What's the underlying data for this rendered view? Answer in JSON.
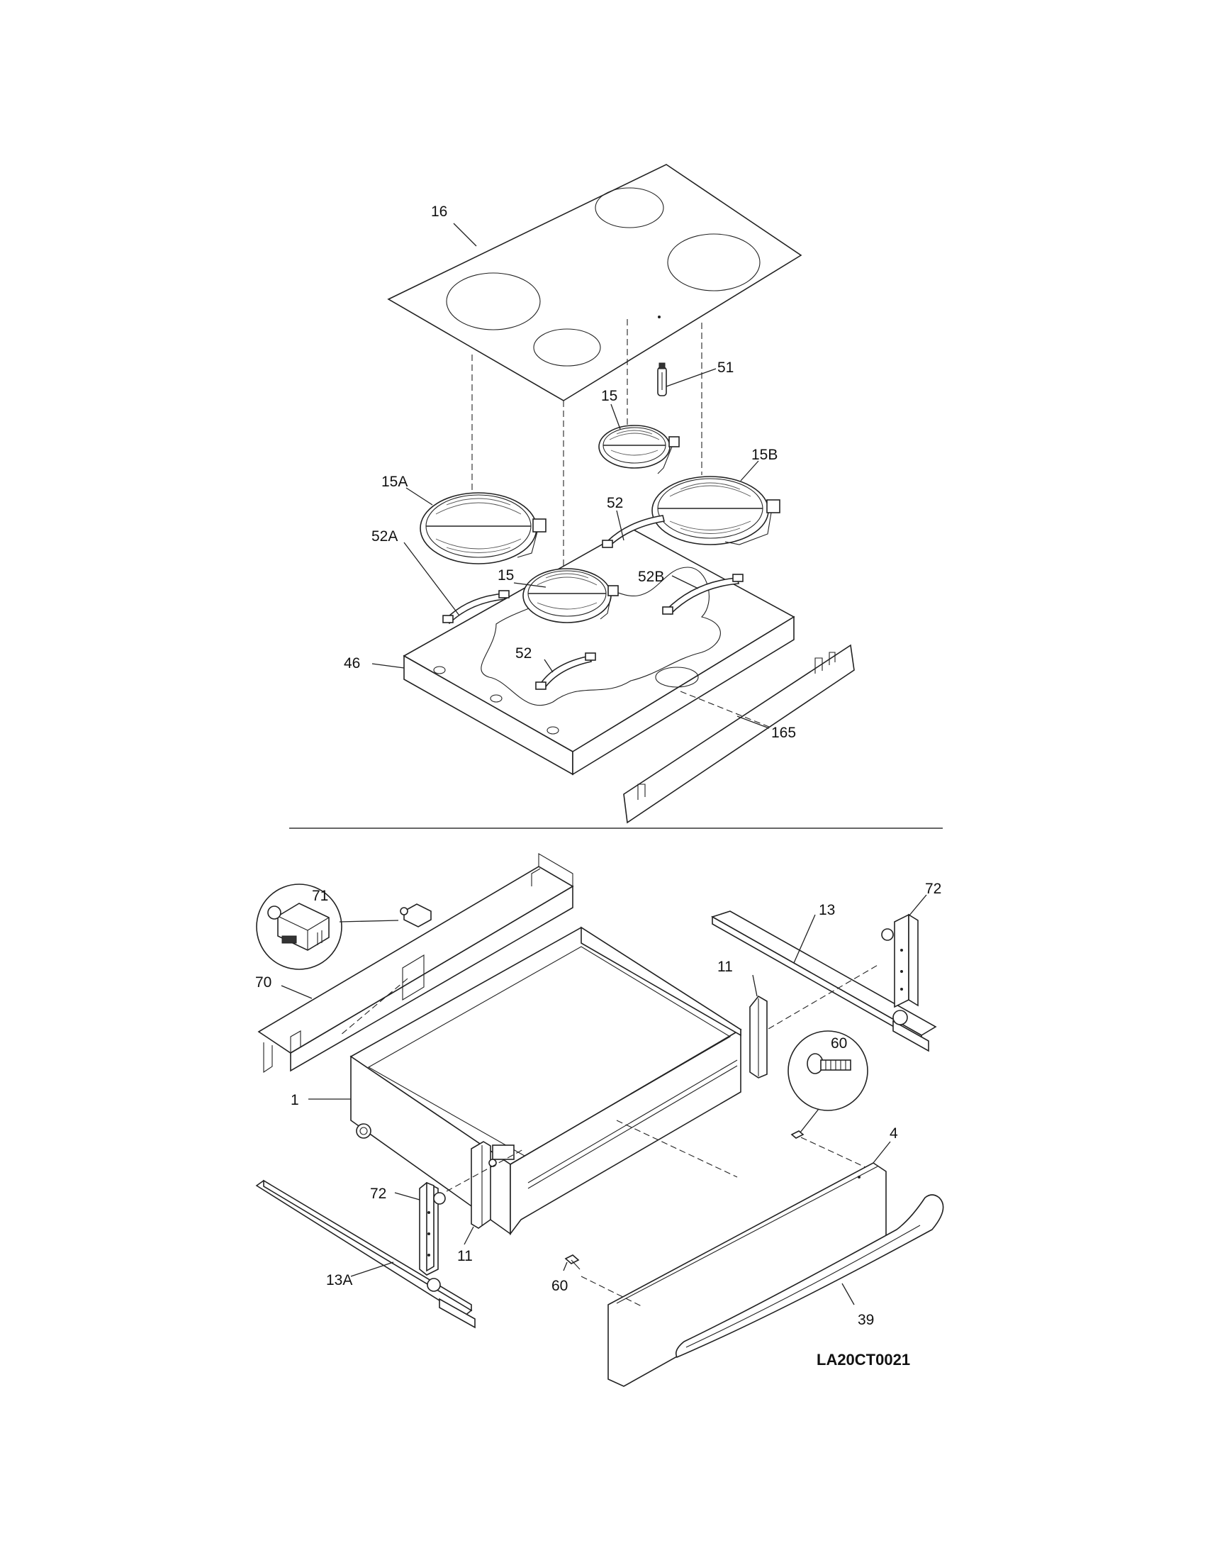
{
  "diagram_code": "LA20CT0021",
  "callouts": {
    "cooktop_glass": "16",
    "sensor": "51",
    "element_small_top": "15",
    "element_large_right": "15B",
    "element_large_left": "15A",
    "bracket_left": "52A",
    "element_small_center": "15",
    "bracket_upper": "52",
    "bracket_right": "52B",
    "bracket_lower": "52",
    "burner_box": "46",
    "rear_bracket": "165",
    "drawer_body": "1",
    "roller_detail": "71",
    "rail_left_upper": "70",
    "slide_right": "13",
    "bracket_right_rear": "72",
    "support_right": "11",
    "screw_detail": "60",
    "drawer_front": "4",
    "bracket_left_front": "72",
    "support_left": "11",
    "slide_left": "13A",
    "screw_front": "60",
    "handle": "39"
  }
}
